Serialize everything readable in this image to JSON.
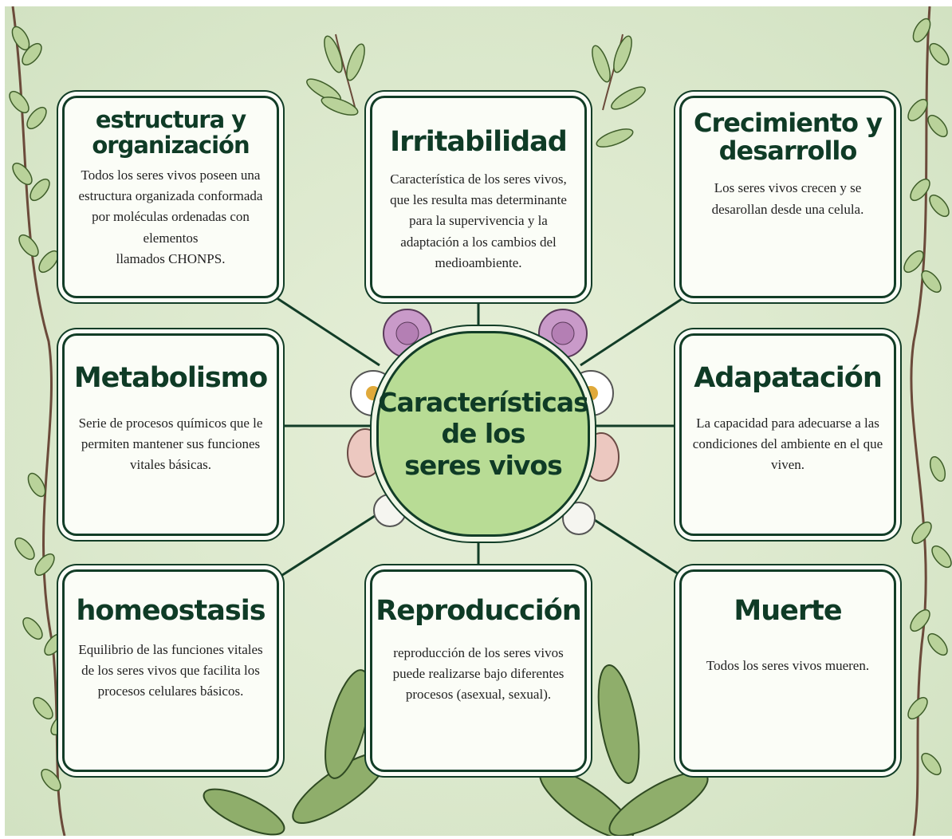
{
  "center": {
    "title": "Características\nde los\nseres vivos"
  },
  "cards": {
    "estructura": {
      "title": "estructura y\norganización",
      "desc": "Todos los seres vivos poseen una\nestructura organizada conformada\npor moléculas ordenadas con\nelementos\nllamados CHONPS."
    },
    "irritabilidad": {
      "title": "Irritabilidad",
      "desc": "Característica de los seres vivos,\nque les resulta mas determinante\npara la supervivencia y la\nadaptación a los cambios del\nmedioambiente."
    },
    "crecimiento": {
      "title": "Crecimiento y\ndesarrollo",
      "desc": "Los seres vivos crecen y se\ndesarollan desde una celula."
    },
    "metabolismo": {
      "title": "Metabolismo",
      "desc": "Serie de procesos químicos que le\npermiten mantener sus funciones\nvitales básicas."
    },
    "adapatacion": {
      "title": "Adapatación",
      "desc": "La capacidad para adecuarse a las\ncondiciones del ambiente en el que\nviven."
    },
    "homeostasis": {
      "title": "homeostasis",
      "desc": "Equilibrio de las funciones vitales\nde los seres vivos que facilita los\nprocesos celulares básicos."
    },
    "reproduccion": {
      "title": "Reproducción",
      "desc": "reproducción de los seres vivos\npuede realizarse bajo diferentes\nprocesos (asexual, sexual)."
    },
    "muerte": {
      "title": "Muerte",
      "desc": "Todos los seres vivos mueren."
    }
  },
  "colors": {
    "background": "#dbe8cc",
    "border": "#123d27",
    "card_fill": "#fbfdf7",
    "center_fill": "#b8dc95",
    "title": "#0f3b26"
  }
}
